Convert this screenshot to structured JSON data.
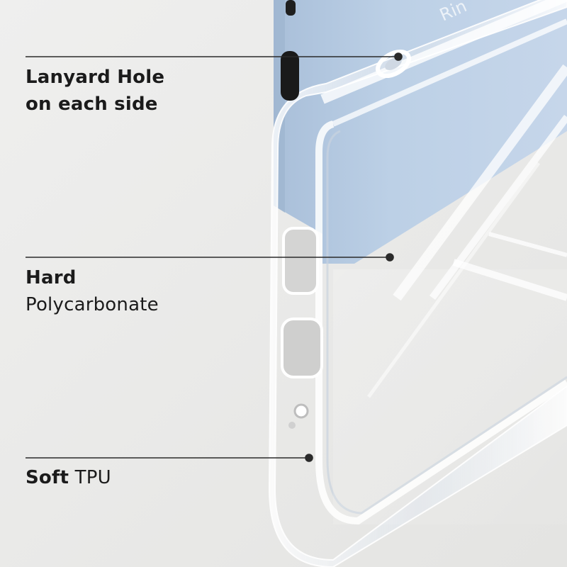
{
  "callouts": {
    "lanyard": {
      "line1": "Lanyard Hole",
      "line2": "on each side"
    },
    "hard": {
      "bold": "Hard",
      "regular": "Polycarbonate"
    },
    "soft": {
      "bold": "Soft",
      "regular": "TPU"
    }
  },
  "product_logo_text": "Rin",
  "colors": {
    "background": "#ececeb",
    "phone_body": "#b7cbe2",
    "text": "#1b1b1b",
    "leader_line": "#2a2a2a"
  }
}
